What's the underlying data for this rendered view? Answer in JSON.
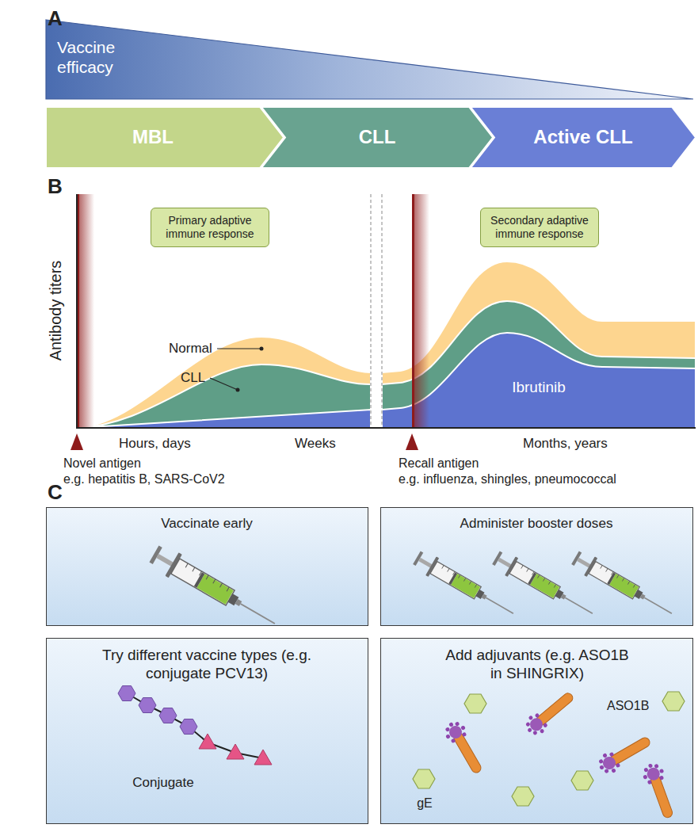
{
  "diagram": {
    "nodes": [
      {
        "text": [
          "Vaccine efficacy"
        ]
      },
      {
        "text": [
          "MBL"
        ]
      },
      {
        "text": [
          "CLL"
        ]
      },
      {
        "text": [
          "Active CLL"
        ]
      },
      {
        "text": [
          "Primary adaptive immune response"
        ]
      },
      {
        "text": [
          "Secondary adaptive immune response"
        ]
      },
      {
        "text": [
          "Vaccinate early"
        ]
      },
      {
        "text": [
          "Administer booster doses"
        ]
      },
      {
        "text": [
          "Try different vaccine types (e.g. conjugate PCV13)",
          "Conjugate"
        ]
      },
      {
        "text": [
          "Add adjuvants (e.g. ASO1B in SHINGRIX)",
          "ASO1B",
          "gE"
        ]
      }
    ],
    "labels": [
      "A",
      "B",
      "Antibody titers",
      "Normal",
      "CLL",
      "Ibrutinib",
      "Hours, days",
      "Weeks",
      "Months, years",
      "Novel antigen",
      "e.g. hepatitis B, SARS-CoV2",
      "Recall antigen",
      "e.g. influenza, shingles, pneumococcal",
      "C"
    ]
  }
}
